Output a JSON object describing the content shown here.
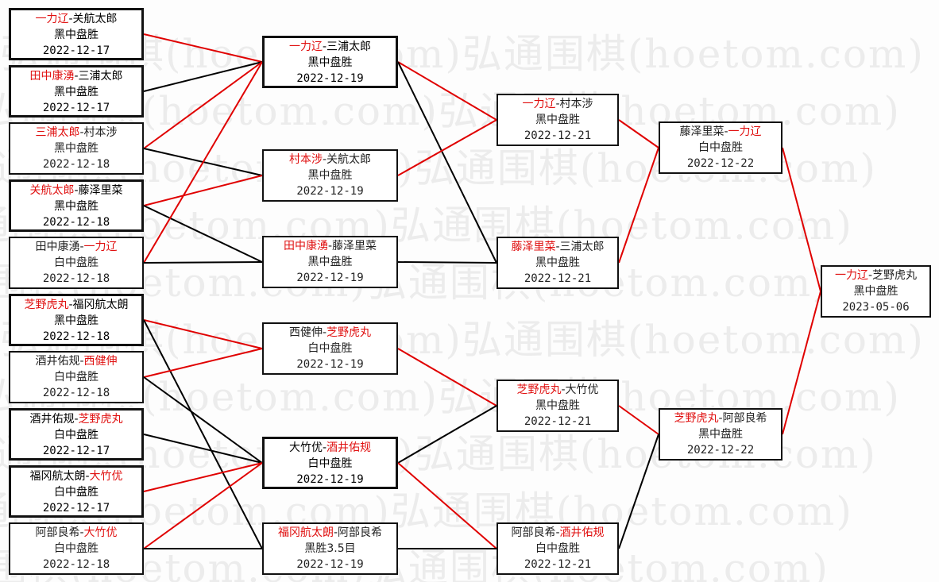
{
  "watermark": "弘通围棋(hoetom.com)弘通围棋(hoetom.com)",
  "colors": {
    "winner_text": "#e01010",
    "win_line": "#e00000",
    "loss_line": "#000000"
  },
  "rounds": [
    {
      "name": "round-1",
      "games": [
        {
          "p1": "一力辽",
          "p2": "关航太郎",
          "winner": 1,
          "result": "黑中盘胜",
          "date": "2022-12-17"
        },
        {
          "p1": "田中康湧",
          "p2": "三浦太郎",
          "winner": 1,
          "result": "黑中盘胜",
          "date": "2022-12-17"
        },
        {
          "p1": "三浦太郎",
          "p2": "村本涉",
          "winner": 1,
          "result": "黑中盘胜",
          "date": "2022-12-18"
        },
        {
          "p1": "关航太郎",
          "p2": "藤泽里菜",
          "winner": 1,
          "result": "黑中盘胜",
          "date": "2022-12-18"
        },
        {
          "p1": "田中康湧",
          "p2": "一力辽",
          "winner": 2,
          "result": "白中盘胜",
          "date": "2022-12-18"
        },
        {
          "p1": "芝野虎丸",
          "p2": "福冈航太朗",
          "winner": 1,
          "result": "黑中盘胜",
          "date": "2022-12-18"
        },
        {
          "p1": "酒井佑规",
          "p2": "西健伸",
          "winner": 2,
          "result": "白中盘胜",
          "date": "2022-12-18"
        },
        {
          "p1": "酒井佑规",
          "p2": "芝野虎丸",
          "winner": 2,
          "result": "白中盘胜",
          "date": "2022-12-17"
        },
        {
          "p1": "福冈航太朗",
          "p2": "大竹优",
          "winner": 2,
          "result": "白中盘胜",
          "date": "2022-12-17"
        },
        {
          "p1": "阿部良希",
          "p2": "大竹优",
          "winner": 2,
          "result": "白中盘胜",
          "date": "2022-12-18"
        }
      ]
    },
    {
      "name": "round-2",
      "games": [
        {
          "p1": "一力辽",
          "p2": "三浦太郎",
          "winner": 1,
          "result": "黑中盘胜",
          "date": "2022-12-19"
        },
        {
          "p1": "村本涉",
          "p2": "关航太郎",
          "winner": 1,
          "result": "黑中盘胜",
          "date": "2022-12-19"
        },
        {
          "p1": "田中康湧",
          "p2": "藤泽里菜",
          "winner": 1,
          "result": "黑中盘胜",
          "date": "2022-12-19"
        },
        {
          "p1": "西健伸",
          "p2": "芝野虎丸",
          "winner": 2,
          "result": "白中盘胜",
          "date": "2022-12-19"
        },
        {
          "p1": "大竹优",
          "p2": "酒井佑规",
          "winner": 2,
          "result": "白中盘胜",
          "date": "2022-12-19"
        },
        {
          "p1": "福冈航太朗",
          "p2": "阿部良希",
          "winner": 1,
          "result": "黑胜3.5目",
          "date": "2022-12-19"
        }
      ]
    },
    {
      "name": "round-3",
      "games": [
        {
          "p1": "一力辽",
          "p2": "村本涉",
          "winner": 1,
          "result": "黑中盘胜",
          "date": "2022-12-21"
        },
        {
          "p1": "藤泽里菜",
          "p2": "三浦太郎",
          "winner": 1,
          "result": "黑中盘胜",
          "date": "2022-12-21"
        },
        {
          "p1": "芝野虎丸",
          "p2": "大竹优",
          "winner": 1,
          "result": "黑中盘胜",
          "date": "2022-12-21"
        },
        {
          "p1": "阿部良希",
          "p2": "酒井佑规",
          "winner": 2,
          "result": "白中盘胜",
          "date": "2022-12-21"
        }
      ]
    },
    {
      "name": "semifinal",
      "games": [
        {
          "p1": "藤泽里菜",
          "p2": "一力辽",
          "winner": 2,
          "result": "白中盘胜",
          "date": "2022-12-22"
        },
        {
          "p1": "芝野虎丸",
          "p2": "阿部良希",
          "winner": 1,
          "result": "黑中盘胜",
          "date": "2022-12-22"
        }
      ]
    },
    {
      "name": "final",
      "games": [
        {
          "p1": "一力辽",
          "p2": "芝野虎丸",
          "winner": 1,
          "result": "黑中盘胜",
          "date": "2023-05-06"
        }
      ]
    }
  ],
  "links": [
    {
      "from": [
        0,
        0
      ],
      "to": [
        1,
        0
      ],
      "win": true
    },
    {
      "from": [
        0,
        1
      ],
      "to": [
        1,
        0
      ],
      "win": false
    },
    {
      "from": [
        0,
        2
      ],
      "to": [
        1,
        0
      ],
      "win": true
    },
    {
      "from": [
        0,
        2
      ],
      "to": [
        1,
        1
      ],
      "win": false
    },
    {
      "from": [
        0,
        3
      ],
      "to": [
        1,
        1
      ],
      "win": true
    },
    {
      "from": [
        0,
        3
      ],
      "to": [
        1,
        2
      ],
      "win": false
    },
    {
      "from": [
        0,
        4
      ],
      "to": [
        1,
        0
      ],
      "win": true
    },
    {
      "from": [
        0,
        4
      ],
      "to": [
        1,
        2
      ],
      "win": false
    },
    {
      "from": [
        0,
        5
      ],
      "to": [
        1,
        3
      ],
      "win": true
    },
    {
      "from": [
        0,
        5
      ],
      "to": [
        1,
        5
      ],
      "win": false
    },
    {
      "from": [
        0,
        6
      ],
      "to": [
        1,
        3
      ],
      "win": true
    },
    {
      "from": [
        0,
        6
      ],
      "to": [
        1,
        4
      ],
      "win": false
    },
    {
      "from": [
        0,
        7
      ],
      "to": [
        1,
        4
      ],
      "win": false
    },
    {
      "from": [
        0,
        8
      ],
      "to": [
        1,
        4
      ],
      "win": true
    },
    {
      "from": [
        0,
        9
      ],
      "to": [
        1,
        4
      ],
      "win": true
    },
    {
      "from": [
        0,
        9
      ],
      "to": [
        1,
        5
      ],
      "win": false
    },
    {
      "from": [
        1,
        0
      ],
      "to": [
        2,
        0
      ],
      "win": true
    },
    {
      "from": [
        1,
        0
      ],
      "to": [
        2,
        1
      ],
      "win": false
    },
    {
      "from": [
        1,
        1
      ],
      "to": [
        2,
        0
      ],
      "win": true
    },
    {
      "from": [
        1,
        2
      ],
      "to": [
        2,
        1
      ],
      "win": false
    },
    {
      "from": [
        1,
        3
      ],
      "to": [
        2,
        2
      ],
      "win": true
    },
    {
      "from": [
        1,
        4
      ],
      "to": [
        2,
        2
      ],
      "win": false
    },
    {
      "from": [
        1,
        4
      ],
      "to": [
        2,
        3
      ],
      "win": true
    },
    {
      "from": [
        1,
        5
      ],
      "to": [
        2,
        3
      ],
      "win": false
    },
    {
      "from": [
        2,
        0
      ],
      "to": [
        3,
        0
      ],
      "win": true
    },
    {
      "from": [
        2,
        1
      ],
      "to": [
        3,
        0
      ],
      "win": true
    },
    {
      "from": [
        2,
        2
      ],
      "to": [
        3,
        1
      ],
      "win": true
    },
    {
      "from": [
        2,
        3
      ],
      "to": [
        3,
        1
      ],
      "win": false
    },
    {
      "from": [
        3,
        0
      ],
      "to": [
        4,
        0
      ],
      "win": true
    },
    {
      "from": [
        3,
        1
      ],
      "to": [
        4,
        0
      ],
      "win": true
    }
  ]
}
